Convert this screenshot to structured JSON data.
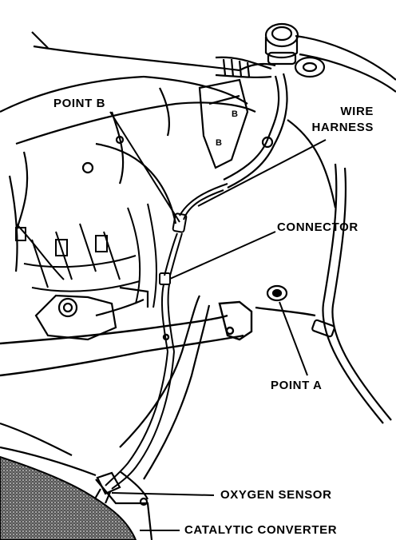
{
  "labels": {
    "point_b": "POINT B",
    "wire_harness_line1": "WIRE",
    "wire_harness_line2": "HARNESS",
    "connector": "CONNECTOR",
    "point_a": "POINT A",
    "oxygen_sensor": "OXYGEN SENSOR",
    "catalytic_converter": "CATALYTIC CONVERTER"
  },
  "colors": {
    "ink": "#000000",
    "paper": "#ffffff"
  }
}
